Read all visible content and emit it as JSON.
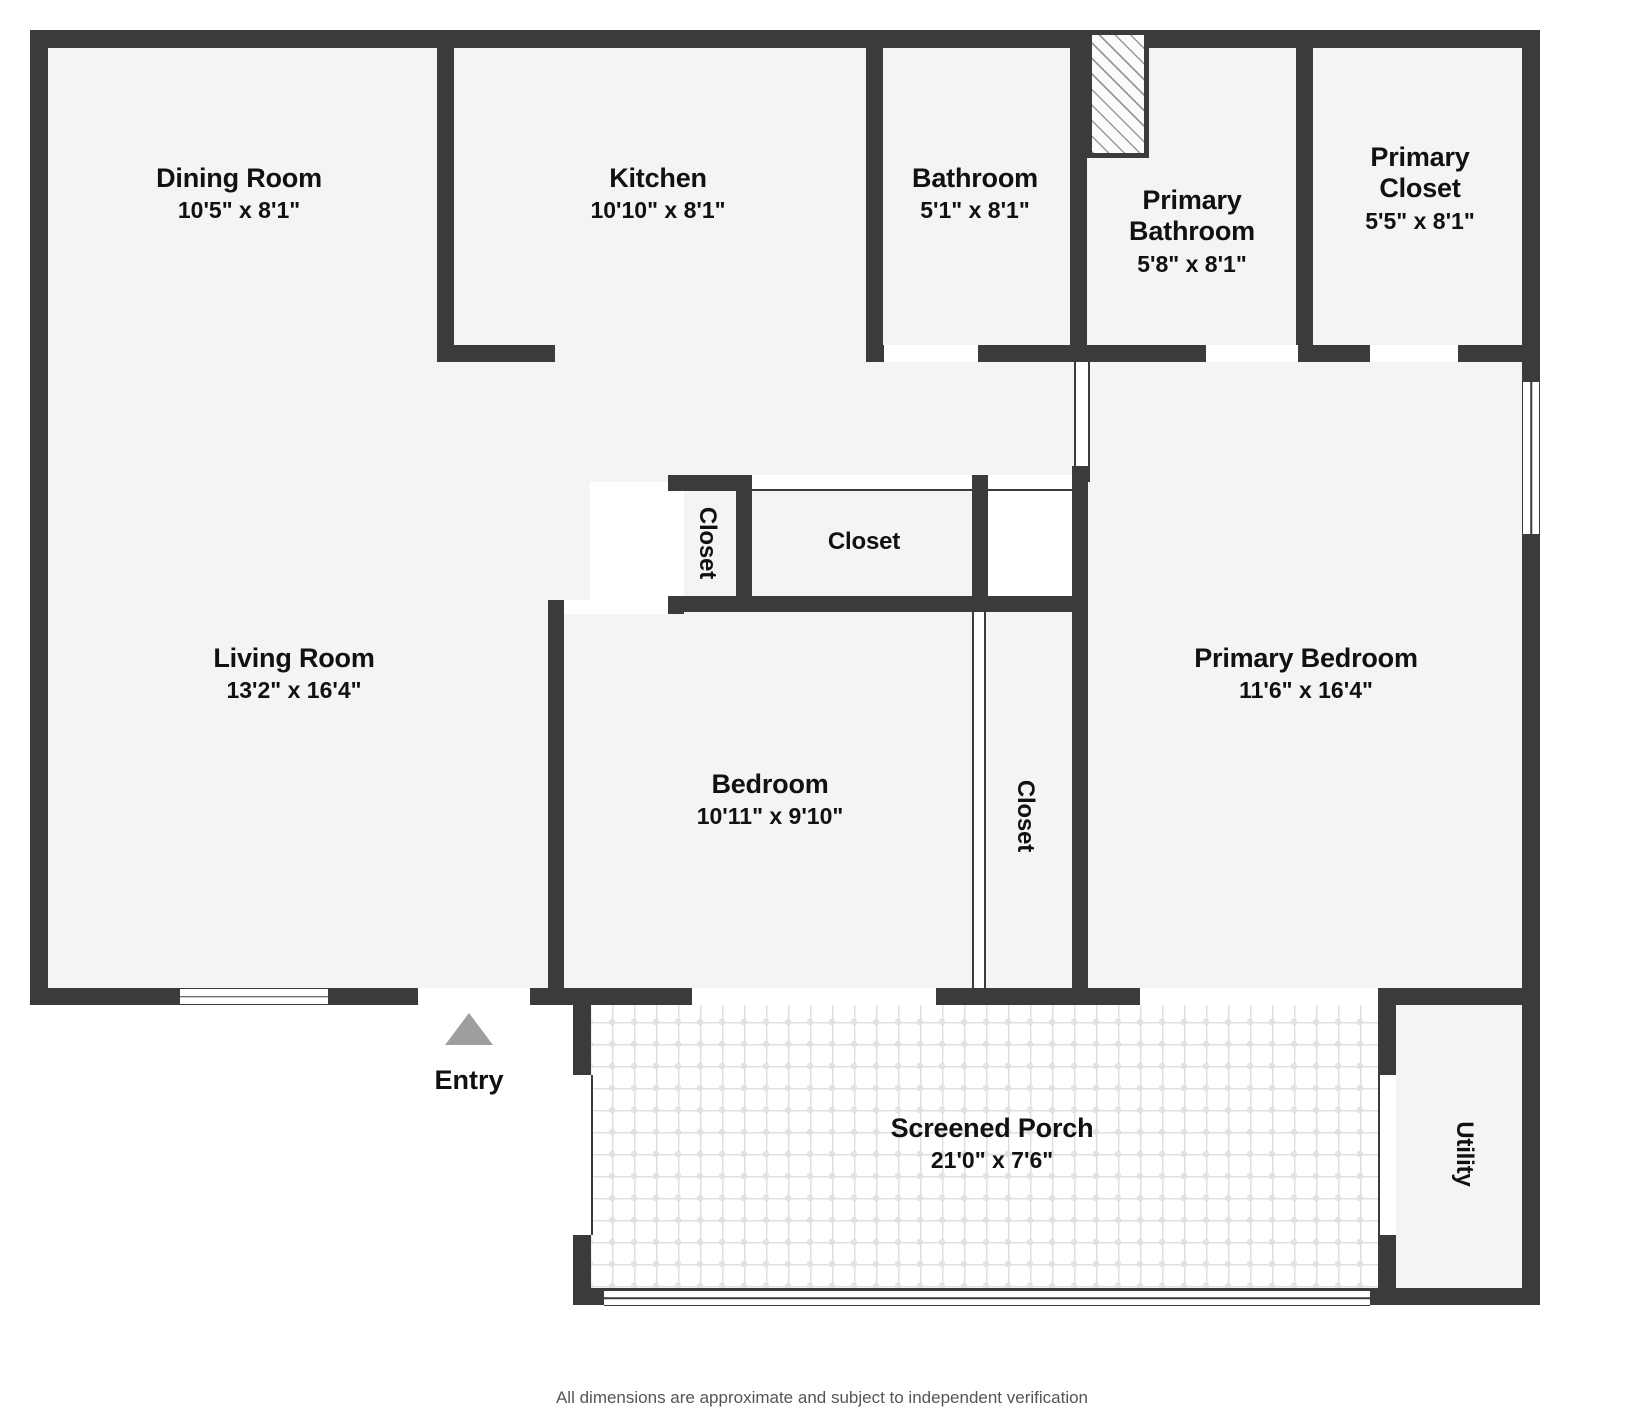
{
  "plan": {
    "footer_note": "All dimensions are approximate and subject to independent verification",
    "entry_label": "Entry",
    "colors": {
      "wall": "#3b3b3b",
      "room_fill": "#f4f4f4",
      "porch_fill": "#ffffff",
      "entry_marker": "#9e9e9e",
      "text": "#111111",
      "footer_text": "#555555"
    }
  },
  "rooms": [
    {
      "key": "dining_room",
      "name": "Dining Room",
      "dims": "10'5\" x 8'1\""
    },
    {
      "key": "kitchen",
      "name": "Kitchen",
      "dims": "10'10\" x 8'1\""
    },
    {
      "key": "bathroom",
      "name": "Bathroom",
      "dims": "5'1\" x 8'1\""
    },
    {
      "key": "primary_bathroom",
      "name": "Primary Bathroom",
      "dims": "5'8\" x 8'1\""
    },
    {
      "key": "primary_closet",
      "name": "Primary Closet",
      "dims": "5'5\" x 8'1\""
    },
    {
      "key": "living_room",
      "name": "Living Room",
      "dims": "13'2\" x 16'4\""
    },
    {
      "key": "bedroom",
      "name": "Bedroom",
      "dims": "10'11\" x 9'10\""
    },
    {
      "key": "primary_bedroom",
      "name": "Primary Bedroom",
      "dims": "11'6\" x 16'4\""
    },
    {
      "key": "screened_porch",
      "name": "Screened Porch",
      "dims": "21'0\" x 7'6\""
    },
    {
      "key": "closet_small",
      "name": "Closet",
      "dims": ""
    },
    {
      "key": "closet_hall",
      "name": "Closet",
      "dims": ""
    },
    {
      "key": "closet_primary_walk",
      "name": "Closet",
      "dims": ""
    },
    {
      "key": "utility",
      "name": "Utility",
      "dims": ""
    }
  ],
  "labels": {
    "dining_room_name": "Dining Room",
    "dining_room_dims": "10'5\" x 8'1\"",
    "kitchen_name": "Kitchen",
    "kitchen_dims": "10'10\" x 8'1\"",
    "bathroom_name": "Bathroom",
    "bathroom_dims": "5'1\" x 8'1\"",
    "primary_bathroom_name_1": "Primary",
    "primary_bathroom_name_2": "Bathroom",
    "primary_bathroom_dims": "5'8\" x 8'1\"",
    "primary_closet_name_1": "Primary",
    "primary_closet_name_2": "Closet",
    "primary_closet_dims": "5'5\" x 8'1\"",
    "living_room_name": "Living Room",
    "living_room_dims": "13'2\" x 16'4\"",
    "bedroom_name": "Bedroom",
    "bedroom_dims": "10'11\" x 9'10\"",
    "primary_bedroom_name": "Primary Bedroom",
    "primary_bedroom_dims": "11'6\" x 16'4\"",
    "screened_porch_name": "Screened Porch",
    "screened_porch_dims": "21'0\" x 7'6\"",
    "closet_small": "Closet",
    "closet_hall": "Closet",
    "closet_primary_walk": "Closet",
    "utility": "Utility",
    "entry": "Entry",
    "footer": "All dimensions are approximate and subject to independent verification"
  }
}
